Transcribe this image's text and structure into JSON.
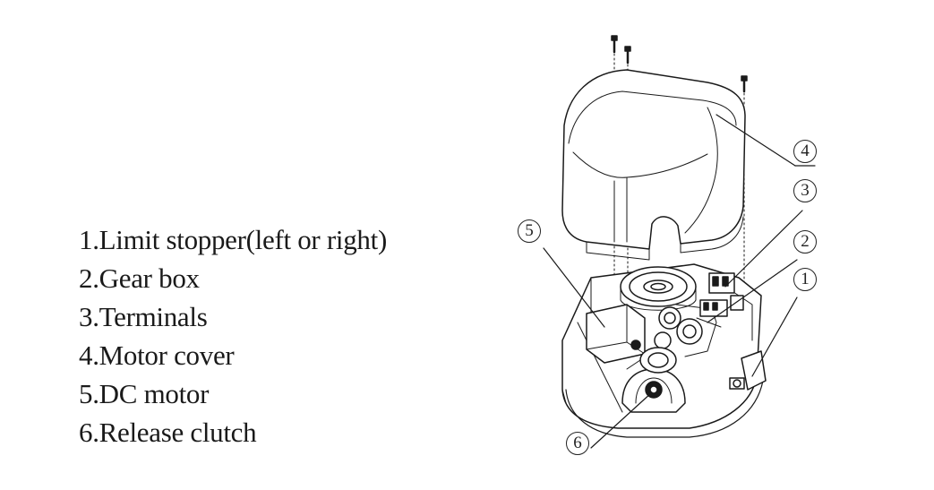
{
  "legend": {
    "items": [
      "1.Limit stopper(left or right)",
      "2.Gear box",
      "3.Terminals",
      "4.Motor cover",
      "5.DC motor",
      "6.Release clutch"
    ]
  },
  "callouts": [
    "1",
    "2",
    "3",
    "4",
    "5",
    "6"
  ],
  "colors": {
    "line": "#1a1a1a",
    "background": "#ffffff"
  }
}
